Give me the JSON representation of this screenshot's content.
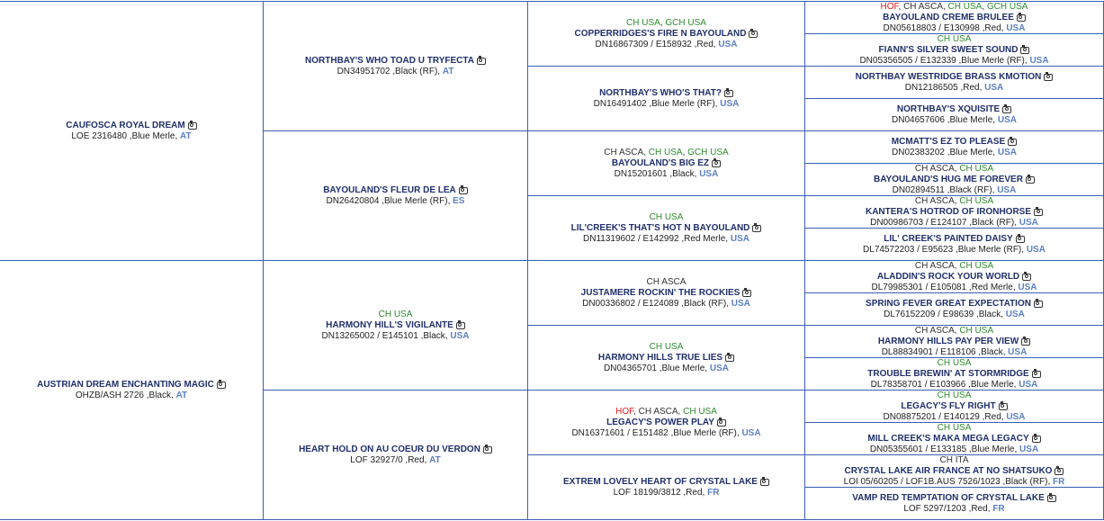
{
  "pedigree": {
    "colors": {
      "hof": "#e02020",
      "champion": "#2e8b2e",
      "champion_plain": "#333333",
      "name": "#1f2f6b",
      "country": "#5b7fc4",
      "border": "#3b5fb0"
    },
    "gen1": [
      {
        "name": "CAUFOSCA ROYAL DREAM",
        "reg": "LOE 2316480 ,Blue Merle, ",
        "country": "AT",
        "titles": []
      },
      {
        "name": "AUSTRIAN DREAM ENCHANTING MAGIC",
        "reg": "OHZB/ASH 2726 ,Black, ",
        "country": "AT",
        "titles": []
      }
    ],
    "gen2": [
      {
        "name": "NORTHBAY'S WHO TOAD U TRYFECTA",
        "reg": "DN34951702 ,Black (RF), ",
        "country": "AT",
        "titles": []
      },
      {
        "name": "BAYOULAND'S FLEUR DE LEA",
        "reg": "DN26420804 ,Blue Merle (RF), ",
        "country": "ES",
        "titles": []
      },
      {
        "name": "HARMONY HILL'S VIGILANTE",
        "reg": "DN13265002 / E145101 ,Black, ",
        "country": "USA",
        "titles": [
          {
            "text": "CH USA",
            "kind": "green"
          }
        ]
      },
      {
        "name": "HEART HOLD ON AU COEUR DU VERDON",
        "reg": "LOF 32927/0 ,Red, ",
        "country": "AT",
        "titles": []
      }
    ],
    "gen3": [
      {
        "name": "COPPERRIDGES'S FIRE N BAYOULAND",
        "reg": "DN16867309 / E158932 ,Red, ",
        "country": "USA",
        "titles": [
          {
            "text": "CH USA",
            "kind": "green"
          },
          {
            "text": ", ",
            "kind": "plain"
          },
          {
            "text": "GCH USA",
            "kind": "green"
          }
        ]
      },
      {
        "name": "NORTHBAY'S WHO'S THAT?",
        "reg": "DN16491402 ,Blue Merle (RF), ",
        "country": "USA",
        "titles": []
      },
      {
        "name": "BAYOULAND'S BIG EZ",
        "reg": "DN15201601 ,Black, ",
        "country": "USA",
        "titles": [
          {
            "text": "CH ASCA",
            "kind": "plain"
          },
          {
            "text": ", ",
            "kind": "plain"
          },
          {
            "text": "CH USA",
            "kind": "green"
          },
          {
            "text": ", ",
            "kind": "plain"
          },
          {
            "text": "GCH USA",
            "kind": "green"
          }
        ]
      },
      {
        "name": "LIL'CREEK'S THAT'S HOT N BAYOULAND",
        "reg": "DN11319602 / E142992 ,Red Merle, ",
        "country": "USA",
        "titles": [
          {
            "text": "CH USA",
            "kind": "green"
          }
        ]
      },
      {
        "name": "JUSTAMERE ROCKIN' THE ROCKIES",
        "reg": "DN00336802 / E124089 ,Black (RF), ",
        "country": "USA",
        "titles": [
          {
            "text": "CH ASCA",
            "kind": "plain"
          }
        ]
      },
      {
        "name": "HARMONY HILLS TRUE LIES",
        "reg": "DN04365701 ,Blue Merle, ",
        "country": "USA",
        "titles": [
          {
            "text": "CH USA",
            "kind": "green"
          }
        ]
      },
      {
        "name": "LEGACY'S POWER PLAY",
        "reg": "DN16371601 / E151482 ,Blue Merle (RF), ",
        "country": "USA",
        "titles": [
          {
            "text": "HOF",
            "kind": "hof"
          },
          {
            "text": ", CH ASCA, ",
            "kind": "plain"
          },
          {
            "text": "CH USA",
            "kind": "green"
          }
        ]
      },
      {
        "name": "EXTREM LOVELY HEART OF CRYSTAL LAKE",
        "reg": "LOF 18199/3812 ,Red, ",
        "country": "FR",
        "titles": []
      }
    ],
    "gen4": [
      {
        "name": "BAYOULAND CREME BRULEE",
        "reg": "DN05618803 / E130998 ,Red, ",
        "country": "USA",
        "titles": [
          {
            "text": "HOF",
            "kind": "hof"
          },
          {
            "text": ", CH ASCA, ",
            "kind": "plain"
          },
          {
            "text": "CH USA",
            "kind": "green"
          },
          {
            "text": ", ",
            "kind": "plain"
          },
          {
            "text": "GCH USA",
            "kind": "green"
          }
        ]
      },
      {
        "name": "FIANN'S SILVER SWEET SOUND",
        "reg": "DN05356505 / E132339 ,Blue Merle (RF), ",
        "country": "USA",
        "titles": [
          {
            "text": "CH USA",
            "kind": "green"
          }
        ]
      },
      {
        "name": "NORTHBAY WESTRIDGE BRASS KMOTION",
        "reg": "DN12186505 ,Red, ",
        "country": "USA",
        "titles": []
      },
      {
        "name": "NORTHBAY'S XQUISITE",
        "reg": "DN04657606 ,Blue Merle, ",
        "country": "USA",
        "titles": []
      },
      {
        "name": "MCMATT'S EZ TO PLEASE",
        "reg": "DN02383202 ,Blue Merle, ",
        "country": "USA",
        "titles": []
      },
      {
        "name": "BAYOULAND'S HUG ME FOREVER",
        "reg": "DN02894511 ,Black (RF), ",
        "country": "USA",
        "titles": [
          {
            "text": "CH ASCA, ",
            "kind": "plain"
          },
          {
            "text": "CH USA",
            "kind": "green"
          }
        ]
      },
      {
        "name": "KANTERA'S HOTROD OF IRONHORSE",
        "reg": "DN00986703 / E124107 ,Black (RF), ",
        "country": "USA",
        "titles": [
          {
            "text": "CH ASCA, ",
            "kind": "plain"
          },
          {
            "text": "CH USA",
            "kind": "green"
          }
        ]
      },
      {
        "name": "LIL' CREEK'S PAINTED DAISY",
        "reg": "DL74572203 / E95623 ,Blue Merle (RF), ",
        "country": "USA",
        "titles": []
      },
      {
        "name": "ALADDIN'S ROCK YOUR WORLD",
        "reg": "DL79985301 / E105081 ,Red Merle, ",
        "country": "USA",
        "titles": [
          {
            "text": "CH ASCA, ",
            "kind": "plain"
          },
          {
            "text": "CH USA",
            "kind": "green"
          }
        ]
      },
      {
        "name": "SPRING FEVER GREAT EXPECTATION",
        "reg": "DL76152209 / E98639 ,Black, ",
        "country": "USA",
        "titles": []
      },
      {
        "name": "HARMONY HILLS PAY PER VIEW",
        "reg": "DL88834901 / E118106 ,Black, ",
        "country": "USA",
        "titles": [
          {
            "text": "CH ASCA, ",
            "kind": "plain"
          },
          {
            "text": "CH USA",
            "kind": "green"
          }
        ]
      },
      {
        "name": "TROUBLE BREWIN' AT STORMRIDGE",
        "reg": "DL78358701 / E103966 ,Blue Merle, ",
        "country": "USA",
        "titles": [
          {
            "text": "CH USA",
            "kind": "green"
          }
        ]
      },
      {
        "name": "LEGACY'S FLY RIGHT",
        "reg": "DN08875201 / E140129 ,Red, ",
        "country": "USA",
        "titles": [
          {
            "text": "CH USA",
            "kind": "green"
          }
        ]
      },
      {
        "name": "MILL CREEK'S MAKA MEGA LEGACY",
        "reg": "DN05355601 / E133185 ,Blue Merle, ",
        "country": "USA",
        "titles": [
          {
            "text": "CH USA",
            "kind": "green"
          }
        ]
      },
      {
        "name": "CRYSTAL LAKE AIR FRANCE AT NO SHATSUKO",
        "reg": "LOI 05/60205 / LOF1B.AUS 7526/1023 ,Black (RF), ",
        "country": "FR",
        "titles": [
          {
            "text": "CH ITA",
            "kind": "plain"
          }
        ]
      },
      {
        "name": "VAMP RED TEMPTATION OF CRYSTAL LAKE",
        "reg": "LOF 5297/1203 ,Red, ",
        "country": "FR",
        "titles": []
      }
    ]
  }
}
